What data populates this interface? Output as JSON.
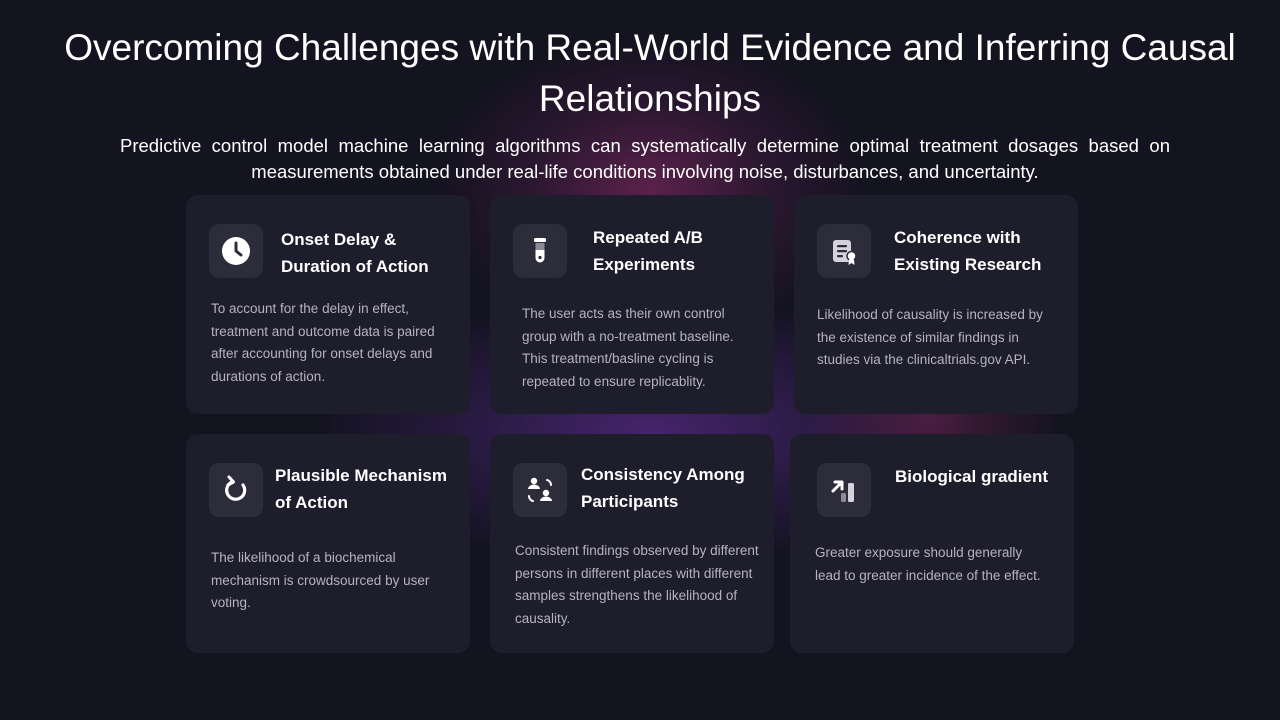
{
  "slide": {
    "title": "Overcoming Challenges with Real-World Evidence and Inferring Causal Relationships",
    "subtitle": "Predictive control model machine learning algorithms can systematically determine optimal treatment dosages based on measurements obtained under real-life conditions involving noise, disturbances, and uncertainty."
  },
  "cards": [
    {
      "icon": "clock-icon",
      "title": "Onset Delay & Duration of Action",
      "body": "To account for the delay in effect, treatment and outcome data is paired after accounting for onset delays and durations of action."
    },
    {
      "icon": "test-tube-icon",
      "title": "Repeated A/B Experiments",
      "body": "The user acts as their own control group with a no-treatment baseline. This treatment/basline cycling is repeated to ensure replicablity."
    },
    {
      "icon": "certificate-icon",
      "title": "Coherence with Existing Research",
      "body": "Likelihood of causality is increased by the existence of similar findings in studies via the clinicaltrials.gov API."
    },
    {
      "icon": "refresh-icon",
      "title": "Plausible Mechanism of Action",
      "body": "The likelihood of a biochemical mechanism is crowdsourced by user voting."
    },
    {
      "icon": "people-exchange-icon",
      "title": "Consistency Among Participants",
      "body": "Consistent findings observed by different persons in different places with different samples strengthens the likelihood of causality."
    },
    {
      "icon": "growth-chart-icon",
      "title": "Biological gradient",
      "body": "Greater exposure should generally lead to greater incidence of the effect."
    }
  ],
  "colors": {
    "background": "#141320",
    "card": "#1e1d2b",
    "icon_box": "#2d2c3b",
    "body_text": "#b5b3c0"
  }
}
